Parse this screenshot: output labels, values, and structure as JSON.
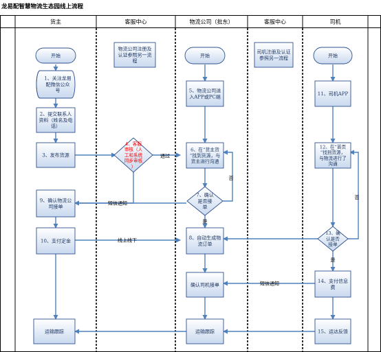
{
  "title": "龙易配智慧物流生态园线上流程",
  "lanes": [
    "货主",
    "客服中心",
    "物流公司（批东）",
    "客服中心",
    "司机"
  ],
  "colors": {
    "box_fill_top": "#ffffff",
    "box_fill_bottom": "#c9d9ef",
    "box_border": "#2f528f",
    "arrow": "#4f81bd",
    "diamond_text": "#ff0000",
    "text": "#1f3864",
    "lane_divider": "#000000"
  },
  "nodes": {
    "start_owner": "开始",
    "follow_wechat": "1、关注龙易配微信公众号",
    "submit_contact": "2、提交联系人资料（姓名及电话）",
    "publish_cargo": "3、发布货源",
    "confirm_company": "9、确认物流公司接单",
    "pay_deposit": "10、支付定金",
    "track_owner": "运输跟踪",
    "company_register": "物流公司注册及认证参照另一流程",
    "review": "4、客服审核（人工和系统同步审核）",
    "start_company": "开始",
    "company_app": "5、物流公司进入APP或PC端",
    "find_cargo": "6、在“货主货”找到货源，与货主进行沟通",
    "confirm_accept": "7、确认是否接单",
    "auto_order": "8、自动生成物流订单",
    "confirm_driver": "确认司机接单",
    "track_company": "运输跟踪",
    "driver_register": "司机注册及认证参照另一流程",
    "start_driver": "开始",
    "driver_app": "11、司机APP",
    "driver_find": "12、在“首页”找到货源，与物流进行了沟通",
    "driver_confirm": "13、确认是否接单",
    "pay_info_fee": "14、支付信息费",
    "feedback": "15、运达反馈"
  },
  "edge_labels": {
    "pass": "通过",
    "sms_notice": "短信通知",
    "offline_online": "线上线下",
    "sms_notice2": "短信通知",
    "no1": "否",
    "yes1": "是",
    "no2": "否",
    "yes2": "是"
  }
}
